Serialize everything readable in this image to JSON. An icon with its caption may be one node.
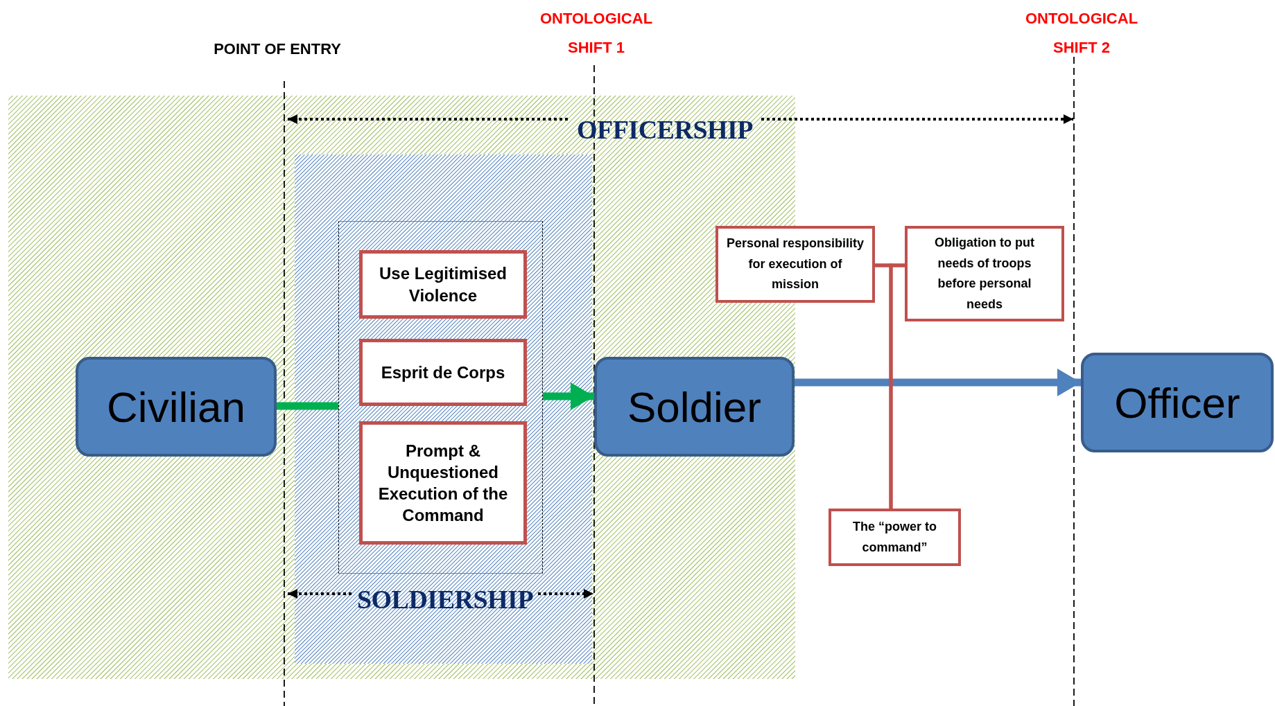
{
  "diagram": {
    "nodes": [
      {
        "text": [
          "Civilian"
        ]
      },
      {
        "text": [],
        "shape": "box"
      },
      {
        "text": [
          "Use Legitimised Violence"
        ],
        "in": 1
      },
      {
        "text": [
          "Esprit de Corps"
        ],
        "in": 1
      },
      {
        "text": [
          "Prompt & Unquestioned Execution of the Command"
        ],
        "in": 1
      },
      {
        "text": [
          "Soldier"
        ]
      },
      {
        "text": [
          "Personal responsibility for execution of mission"
        ]
      },
      {
        "text": [
          "Obligation to put needs of troops before personal needs"
        ]
      },
      {
        "text": [
          "The “power to command”"
        ]
      },
      {
        "text": [
          "Officer"
        ]
      }
    ],
    "edges": [
      {
        "from": 0,
        "to": 1,
        "arrow": "none",
        "style": "thick",
        "color": "#00b050"
      },
      {
        "from": 1,
        "to": 5,
        "arrow": "to",
        "style": "thick",
        "color": "#00b050"
      },
      {
        "from": 5,
        "to": 9,
        "arrow": "to",
        "style": "thick",
        "color": "#4f81bd"
      },
      {
        "from": 6,
        "to": 7,
        "arrow": "none"
      },
      {
        "from": 6,
        "to": 8,
        "arrow": "none"
      },
      {
        "from": 7,
        "to": 8,
        "arrow": "none"
      }
    ],
    "labels": [
      "POINT OF ENTRY",
      "ONTOLOGICAL SHIFT 1",
      "ONTOLOGICAL SHIFT 2",
      "OFFICERSHIP",
      "SOLDIERSHIP"
    ]
  }
}
